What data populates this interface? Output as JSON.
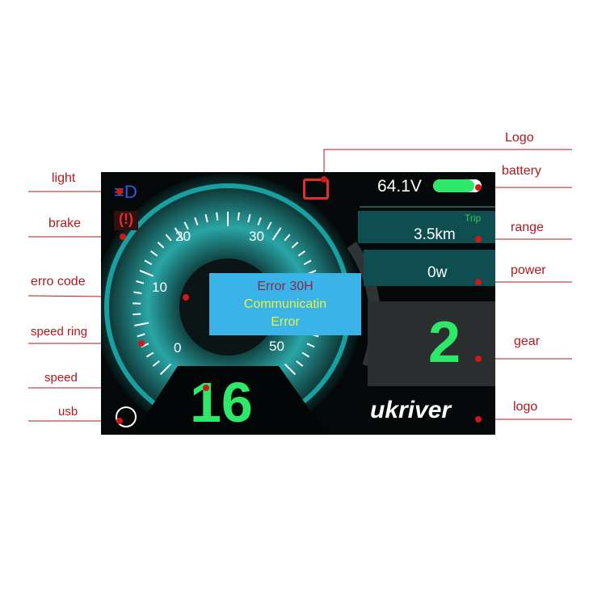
{
  "labels": {
    "light": "light",
    "brake": "brake",
    "error_code": "erro code",
    "speed_ring": "speed ring",
    "speed": "speed",
    "usb": "usb",
    "logo_top": "Logo",
    "battery": "battery",
    "range": "range",
    "power": "power",
    "gear": "gear",
    "logo_bottom": "logo"
  },
  "display": {
    "voltage": "64.1V",
    "battery_level_percent": 85,
    "trip_label": "Trip",
    "range": "3.5km",
    "power": "0w",
    "gear": "2",
    "speed": "16",
    "ring_ticks": [
      "0",
      "10",
      "20",
      "30",
      "50"
    ],
    "error": {
      "code": "Error  30H",
      "line1": "Communicatin",
      "line2": "Error"
    },
    "brand": "ukriver"
  },
  "colors": {
    "accent_green": "#2ee86a",
    "label_red": "#b0181c",
    "error_box": "#3ab3e8",
    "teal": "#0f6a6a"
  }
}
